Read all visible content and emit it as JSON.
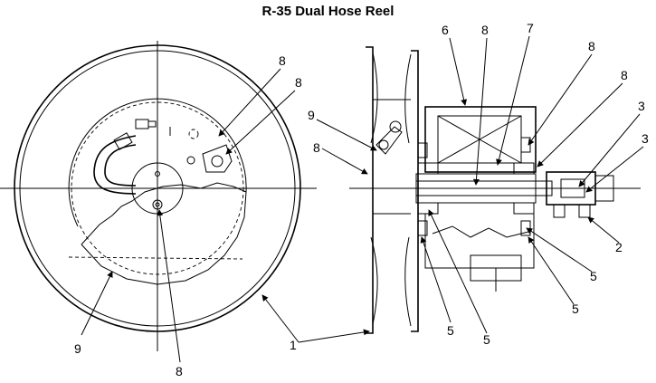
{
  "title": "R-35 Dual Hose Reel",
  "callouts": [
    "8",
    "8",
    "9",
    "8",
    "1",
    "6",
    "8",
    "7",
    "8",
    "8",
    "3",
    "3",
    "9",
    "8",
    "2",
    "5",
    "5",
    "5",
    "5"
  ]
}
